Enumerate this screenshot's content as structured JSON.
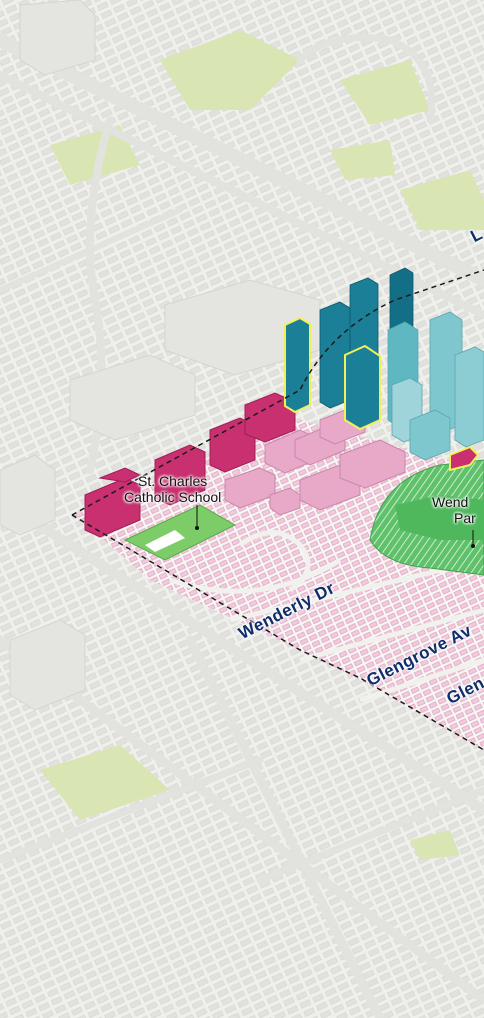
{
  "labels": {
    "school": {
      "line1": "St. Charles",
      "line2": "Catholic School"
    },
    "park": {
      "line1": "Wend",
      "line2": "Par"
    },
    "streets": {
      "wenderly": "Wenderly Dr",
      "glengrove": "Glengrove Av",
      "glen_cut": "Glen",
      "top_cut": "L"
    }
  },
  "colors": {
    "background": "#f1f1ee",
    "road": "#e2e2df",
    "context_building": "#dcdcd8",
    "green_space": "#d9e6b3",
    "park": "#5fc26b",
    "lowrise": "#e8a9c9",
    "detached_homes": "#f3c9dd",
    "midrise": "#c8306f",
    "tower_dark": "#1a7f97",
    "tower_light": "#7fc7cf",
    "highlight_outline": "#f2f059",
    "street_label": "#0d2d6b",
    "boundary_line": "#1a1a1a"
  }
}
